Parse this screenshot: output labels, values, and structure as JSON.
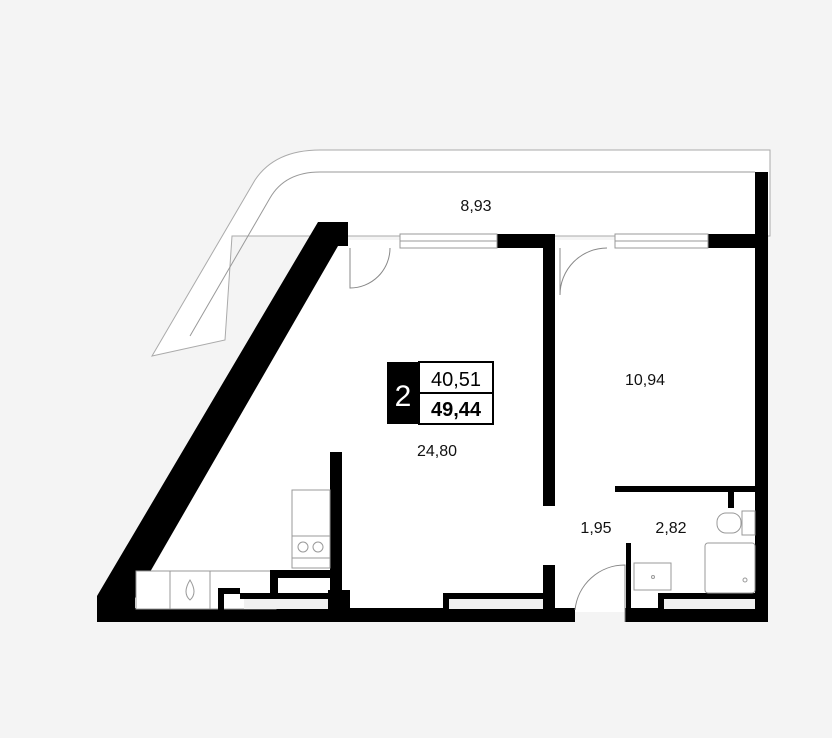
{
  "plan": {
    "rooms_count": "2",
    "living_area": "40,51",
    "total_area": "49,44"
  },
  "rooms": {
    "balcony": "8,93",
    "bedroom": "10,94",
    "living_kitchen": "24,80",
    "hallway": "1,95",
    "bathroom": "2,82"
  },
  "colors": {
    "wall": "#000000",
    "background": "#f4f4f4",
    "floor": "#ffffff"
  }
}
